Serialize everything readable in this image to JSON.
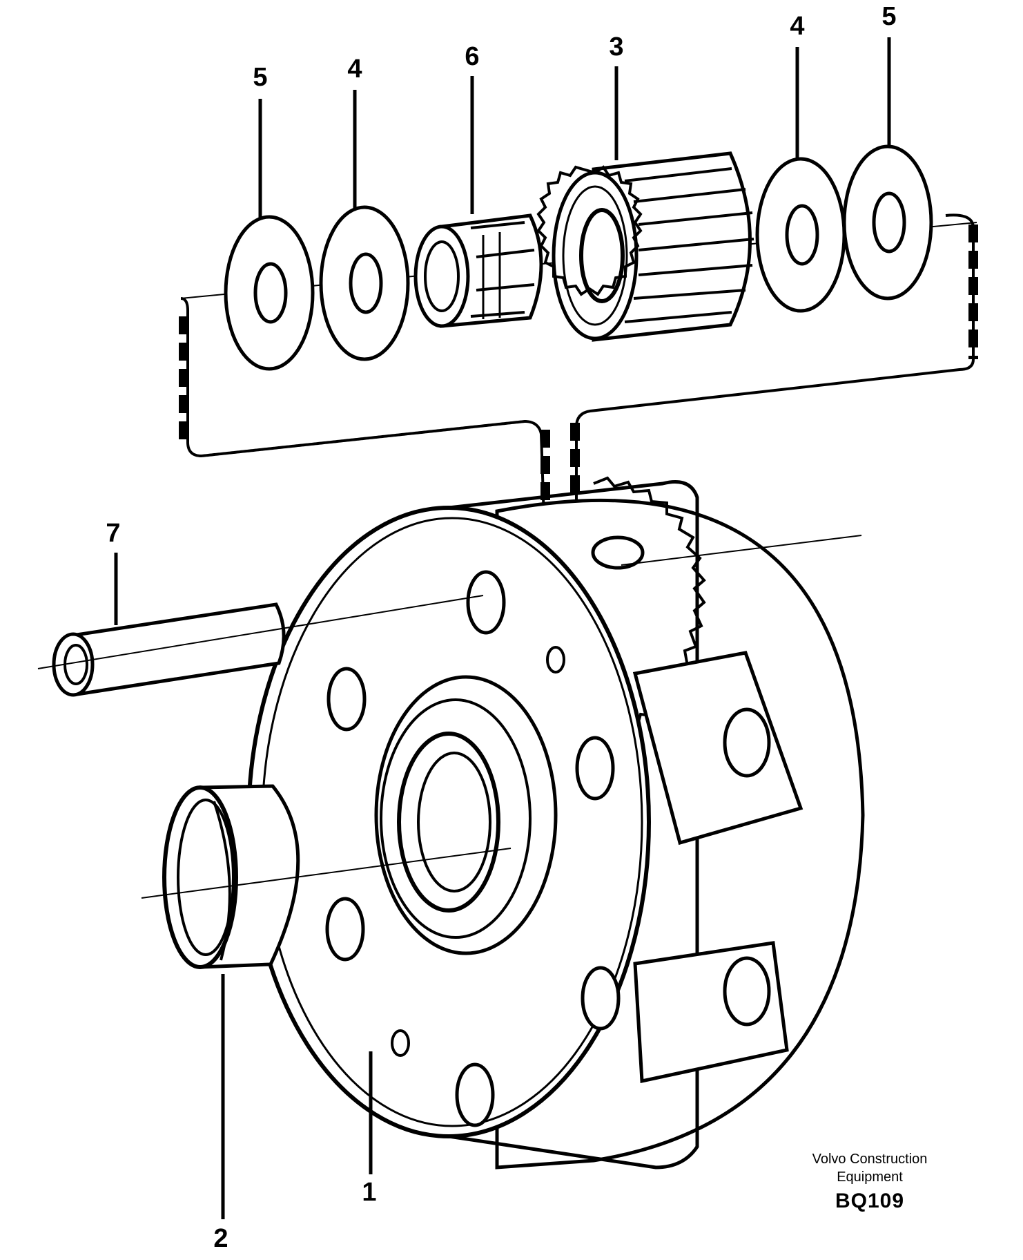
{
  "caption": {
    "company_line1": "Volvo Construction",
    "company_line2": "Equipment",
    "drawing_code": "BQ109"
  },
  "part_labels": {
    "p1": "1",
    "p2": "2",
    "p3": "3",
    "p4_left": "4",
    "p4_right": "4",
    "p5_left": "5",
    "p5_right": "5",
    "p6": "6",
    "p7": "7"
  },
  "colors": {
    "ink": "#000000",
    "paper": "#ffffff"
  }
}
